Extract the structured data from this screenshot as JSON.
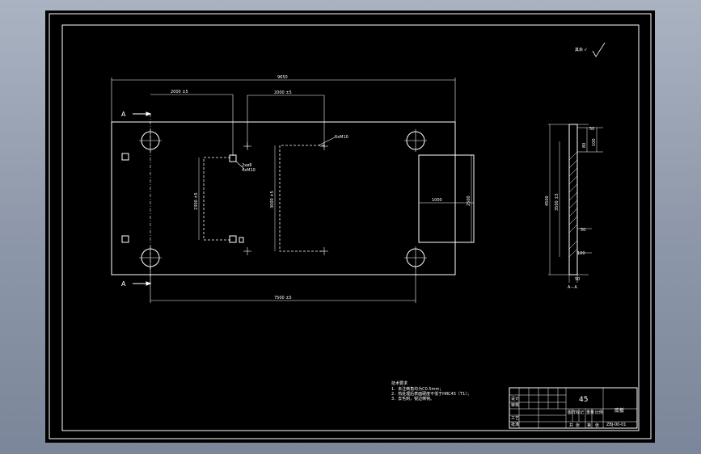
{
  "drawing": {
    "section_marks": {
      "top": "A",
      "bottom": "A"
    },
    "view_label": "A－A",
    "surface_finish_note": "其余 √",
    "main_view_dims": {
      "overall_width": "9650",
      "hole_offset_left": "2000 ±5",
      "hole_spacing_top": "2000 ±5",
      "thread_note": "6xM10",
      "pocket_note_1": "2xø8",
      "pocket_note_2": "4xM10",
      "slot_height": "2300 ±5",
      "center_window_height": "3000 ±5",
      "right_window_width": "1000",
      "right_window_height": "2500",
      "bottom_spacing": "7500 ±5"
    },
    "side_view_dims": {
      "total_height": "4500",
      "inner_height": "3500 ±5",
      "top_a": "50",
      "top_b": "80",
      "top_c": "100",
      "mid": "50",
      "bottom_a": "100",
      "bottom_b": "50"
    },
    "tech_requirements": {
      "title": "技术要求",
      "lines": [
        "1．未注倒角均为C0.5mm；",
        "2．热处理后表面硬度不低于HRC45（T1）；",
        "3．去毛刺，锐边倒钝。"
      ]
    },
    "title_block": {
      "material": "45",
      "part_name": "底板",
      "drawing_number": "ZBJ-00-01",
      "left_labels": [
        "设计",
        "审核",
        "工艺",
        "批准"
      ],
      "mid_labels": [
        "图样标记",
        "重量",
        "比例"
      ],
      "sheet_labels": [
        "共",
        "张",
        "第",
        "张"
      ]
    }
  }
}
